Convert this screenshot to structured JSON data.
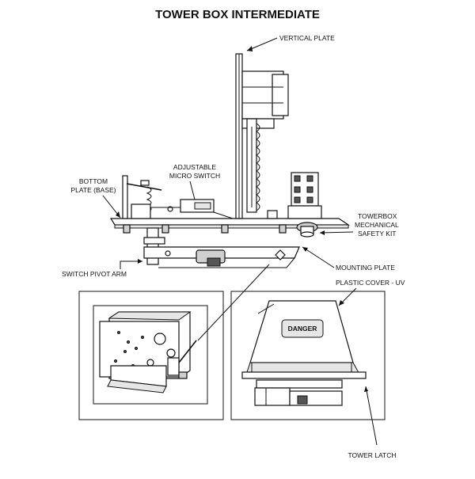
{
  "title": "TOWER BOX INTERMEDIATE",
  "labels": {
    "vertical_plate": "VERTICAL PLATE",
    "adjustable": "ADJUSTABLE",
    "micro_switch": "MICRO SWITCH",
    "bottom": "BOTTOM",
    "plate_base": "PLATE (BASE)",
    "towerbox": "TOWERBOX",
    "mechanical": "MECHANICAL",
    "safety_kit": "SAFETY KIT",
    "mounting_plate": "MOUNTING PLATE",
    "switch_pivot_arm": "SWITCH PIVOT ARM",
    "plastic_cover": "PLASTIC COVER - UV",
    "danger": "DANGER",
    "tower_latch": "TOWER LATCH"
  }
}
